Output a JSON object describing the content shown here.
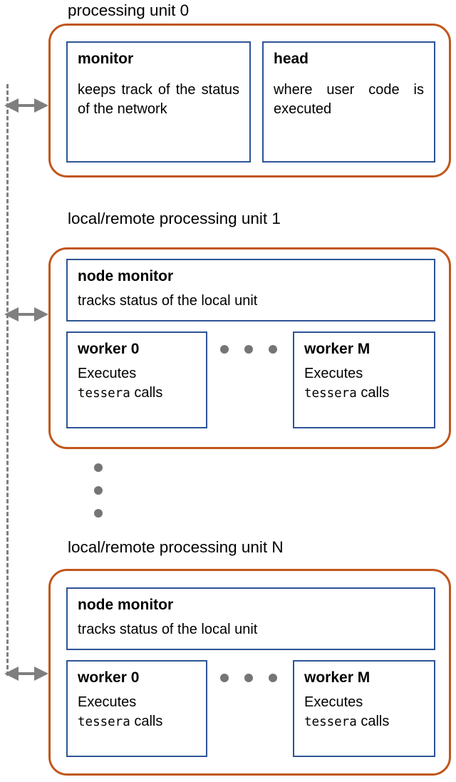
{
  "diagram": {
    "colors": {
      "unit_border": "#C1561B",
      "panel_border": "#2E5496",
      "connector": "#7f7f7f",
      "dot": "#757575"
    },
    "backbone_label": "network-backbone-dashed-line",
    "units": [
      {
        "id": "unit-0",
        "title": "processing unit 0",
        "panels": [
          {
            "id": "monitor",
            "title": "monitor",
            "body": "keeps track of the status of the network"
          },
          {
            "id": "head",
            "title": "head",
            "body": "where user code is executed"
          }
        ]
      },
      {
        "id": "unit-1",
        "title": "local/remote processing unit 1",
        "node_monitor": {
          "title": "node monitor",
          "body": "tracks status of the local unit"
        },
        "workers": [
          {
            "id": "worker-0",
            "title": "worker 0",
            "body_line1": "Executes",
            "body_mono": "tessera",
            "body_line2": "calls"
          },
          {
            "id": "worker-m",
            "title": "worker M",
            "body_line1": "Executes",
            "body_mono": "tessera",
            "body_line2": "calls"
          }
        ],
        "worker_ellipsis": "• • •"
      },
      {
        "id": "unit-n",
        "title": "local/remote processing unit N",
        "node_monitor": {
          "title": "node monitor",
          "body": "tracks status of the local unit"
        },
        "workers": [
          {
            "id": "worker-0",
            "title": "worker 0",
            "body_line1": "Executes",
            "body_mono": "tessera",
            "body_line2": "calls"
          },
          {
            "id": "worker-m",
            "title": "worker M",
            "body_line1": "Executes",
            "body_mono": "tessera",
            "body_line2": "calls"
          }
        ],
        "worker_ellipsis": "• • •"
      }
    ],
    "vertical_ellipsis": "• • • (units omitted)",
    "connectors": [
      {
        "id": "connector-unit-0",
        "type": "double-headed-arrow"
      },
      {
        "id": "connector-unit-1",
        "type": "double-headed-arrow"
      },
      {
        "id": "connector-unit-n",
        "type": "double-headed-arrow"
      }
    ]
  }
}
